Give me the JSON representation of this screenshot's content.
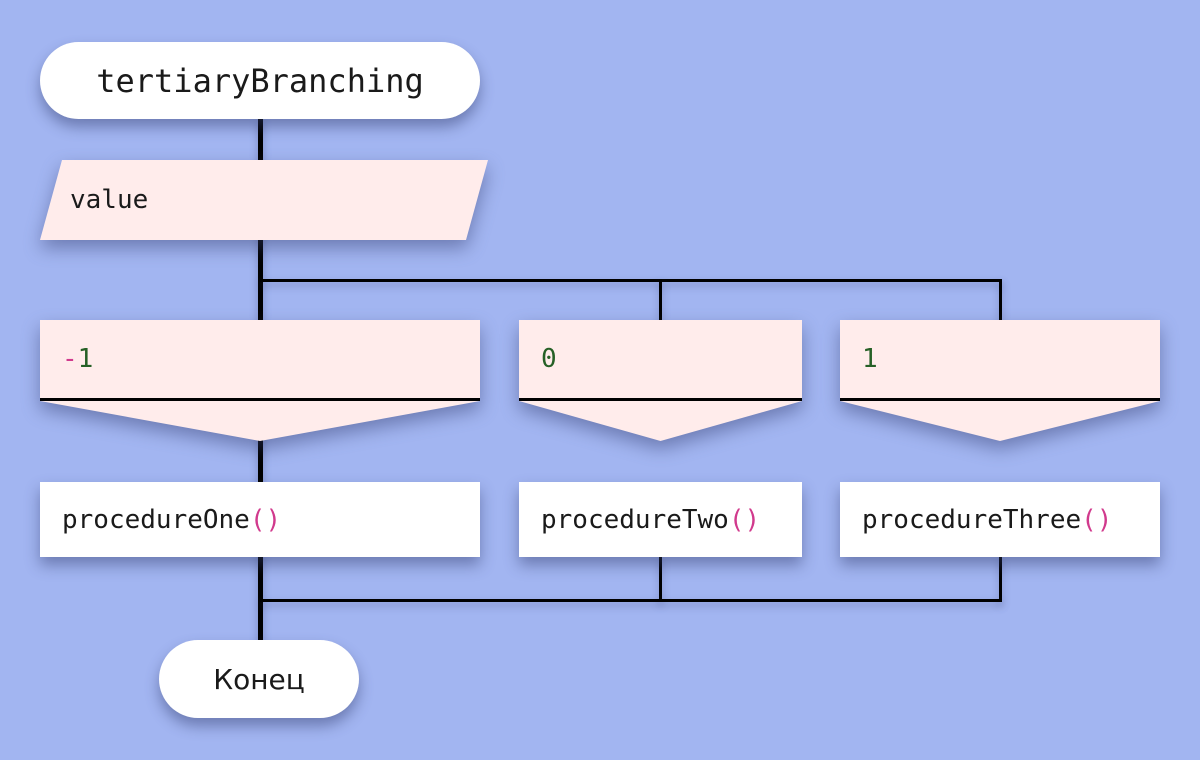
{
  "diagram": {
    "start": {
      "label": "tertiaryBranching"
    },
    "input": {
      "label": "value"
    },
    "cases": [
      {
        "sign": "-",
        "number": "1"
      },
      {
        "sign": "",
        "number": "0"
      },
      {
        "sign": "",
        "number": "1"
      }
    ],
    "procedures": [
      {
        "name": "procedureOne",
        "parens": "()"
      },
      {
        "name": "procedureTwo",
        "parens": "()"
      },
      {
        "name": "procedureThree",
        "parens": "()"
      }
    ],
    "end": {
      "label": "Конец"
    }
  },
  "colors": {
    "background": "#a2b5f1",
    "node_fill_pink": "#ffeceb",
    "node_fill_white": "#ffffff",
    "connector": "#000000",
    "text_primary": "#1a1a1a",
    "accent_magenta": "#d13a8d",
    "accent_green": "#266026"
  }
}
